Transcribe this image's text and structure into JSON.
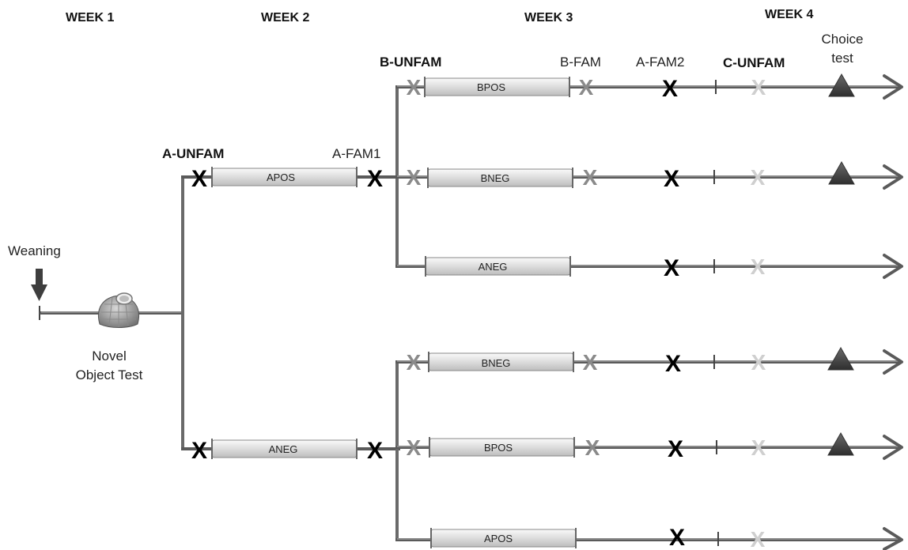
{
  "weeks": [
    "WEEK 1",
    "WEEK 2",
    "WEEK 3",
    "WEEK 4"
  ],
  "phases": {
    "a_unfam": "A-UNFAM",
    "a_fam1": "A-FAM1",
    "b_unfam": "B-UNFAM",
    "b_fam": "B-FAM",
    "a_fam2": "A-FAM2",
    "c_unfam": "C-UNFAM",
    "choice_test_line1": "Choice",
    "choice_test_line2": "test"
  },
  "weaning": "Weaning",
  "novel_object_line1": "Novel",
  "novel_object_line2": "Object Test",
  "week2_boxes": [
    "APOS",
    "ANEG"
  ],
  "week3_boxes": [
    "BPOS",
    "BNEG",
    "ANEG",
    "BNEG",
    "BPOS",
    "APOS"
  ],
  "choice_test_marks": [
    true,
    true,
    false,
    true,
    true,
    false
  ],
  "mark_symbol": "X",
  "colors": {
    "line": "#5a5a5a",
    "mark_black": "#000000",
    "mark_grey": "#8a8a8a",
    "mark_light": "#cfcfcf",
    "triangle": "#4a4a4a"
  }
}
